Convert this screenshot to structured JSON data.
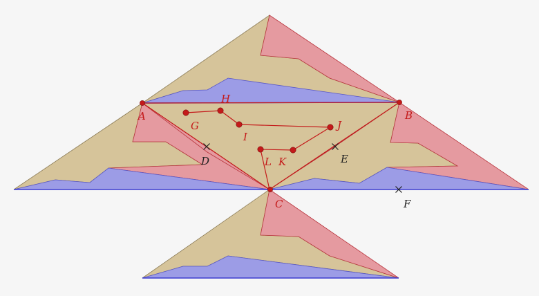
{
  "colors": {
    "tan": "#d6c49a",
    "pink": "#e59aa0",
    "blue": "#9c9ce6",
    "red": "#c41a1a",
    "dark": "#222222"
  },
  "points": [
    {
      "id": "A",
      "label": "A",
      "kind": "vertex"
    },
    {
      "id": "B",
      "label": "B",
      "kind": "vertex"
    },
    {
      "id": "C",
      "label": "C",
      "kind": "vertex"
    },
    {
      "id": "G",
      "label": "G",
      "kind": "point"
    },
    {
      "id": "H",
      "label": "H",
      "kind": "point"
    },
    {
      "id": "I",
      "label": "I",
      "kind": "point"
    },
    {
      "id": "J",
      "label": "J",
      "kind": "point"
    },
    {
      "id": "K",
      "label": "K",
      "kind": "point"
    },
    {
      "id": "L",
      "label": "L",
      "kind": "point"
    },
    {
      "id": "D",
      "label": "D",
      "kind": "cross"
    },
    {
      "id": "E",
      "label": "E",
      "kind": "cross"
    },
    {
      "id": "F",
      "label": "F",
      "kind": "cross"
    }
  ]
}
